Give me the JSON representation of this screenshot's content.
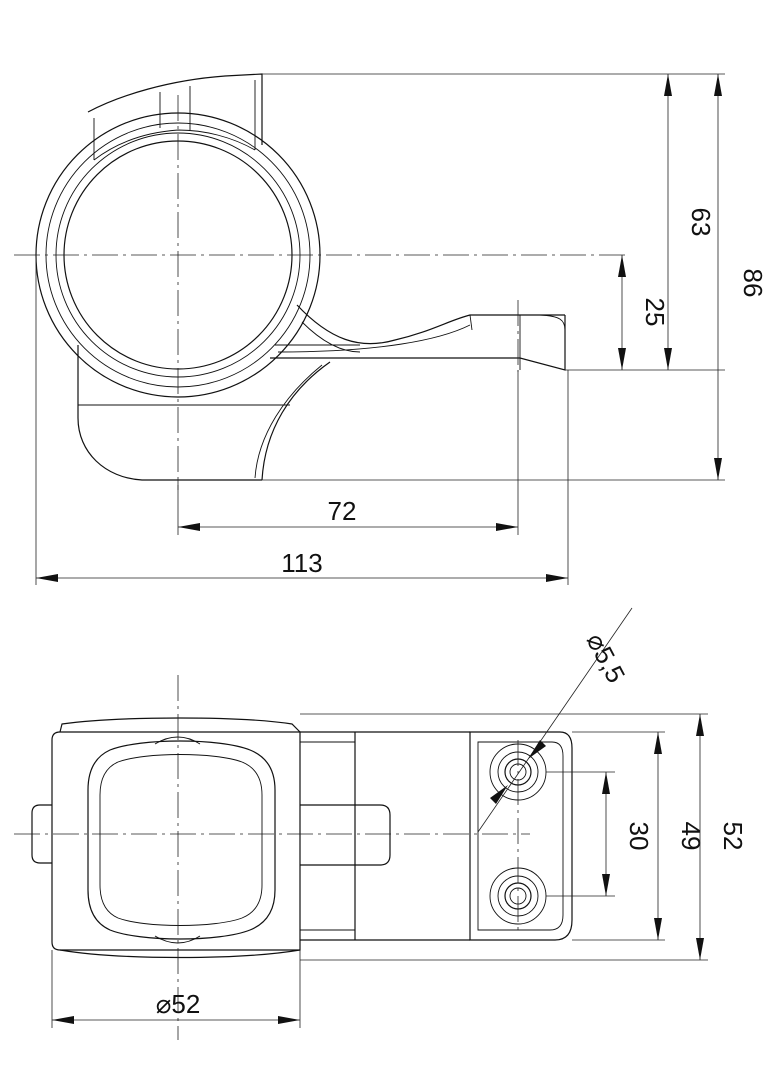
{
  "drawing": {
    "side_view": {
      "dimensions": {
        "height_total": "86",
        "height_to_center": "63",
        "center_to_flange": "25",
        "hole_offset": "72",
        "total_length": "113"
      }
    },
    "top_view": {
      "dimensions": {
        "hole_diameter": "⌀5,5",
        "hole_spacing": "30",
        "flange_width": "49",
        "overall_width": "52",
        "tube_diameter": "⌀52"
      }
    }
  },
  "colors": {
    "line": "#111111",
    "background": "#ffffff"
  }
}
